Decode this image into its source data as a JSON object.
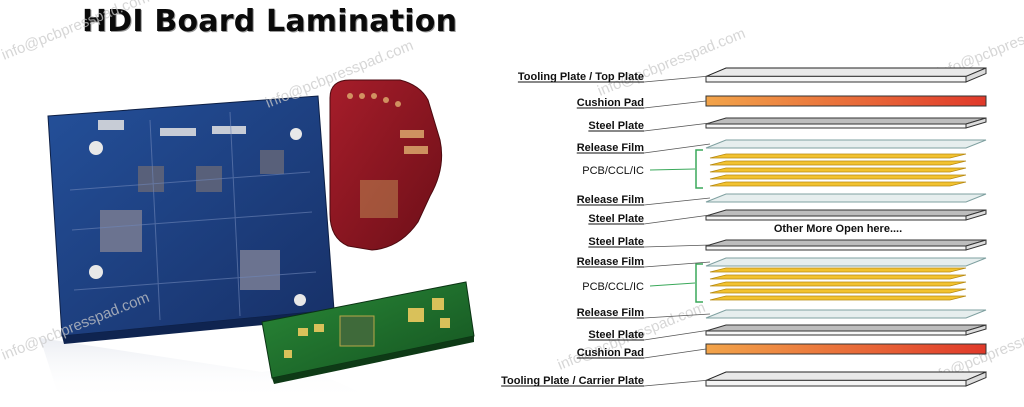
{
  "title": "HDI Board Lamination",
  "watermark": "info@pcbpresspad.com",
  "note": "Other More Open here....",
  "layers": [
    {
      "label": "Tooling Plate / Top Plate",
      "kind": "tooling"
    },
    {
      "label": "Cushion Pad",
      "kind": "cushion"
    },
    {
      "label": "Steel Plate",
      "kind": "steel"
    },
    {
      "label": "Release Film",
      "kind": "film"
    },
    {
      "label": "PCB/CCL/IC",
      "kind": "pcb"
    },
    {
      "label": "Release Film",
      "kind": "film"
    },
    {
      "label": "Steel Plate",
      "kind": "steel"
    },
    {
      "label": "Steel Plate",
      "kind": "steel"
    },
    {
      "label": "Release Film",
      "kind": "film"
    },
    {
      "label": "PCB/CCL/IC",
      "kind": "pcb"
    },
    {
      "label": "Release Film",
      "kind": "film"
    },
    {
      "label": "Steel Plate",
      "kind": "steel"
    },
    {
      "label": "Cushion Pad",
      "kind": "cushion"
    },
    {
      "label": "Tooling Plate / Carrier Plate",
      "kind": "tooling"
    }
  ],
  "colors": {
    "cushion_start": "#f2a44a",
    "cushion_end": "#e0392a",
    "steel": "#bdbdbd",
    "film": "#e6eeee",
    "pcb": "#f2c230",
    "bracket": "#3aa85a",
    "blue_board": "#1f3f82",
    "red_board": "#8a1420",
    "green_board": "#1c6a2a"
  }
}
